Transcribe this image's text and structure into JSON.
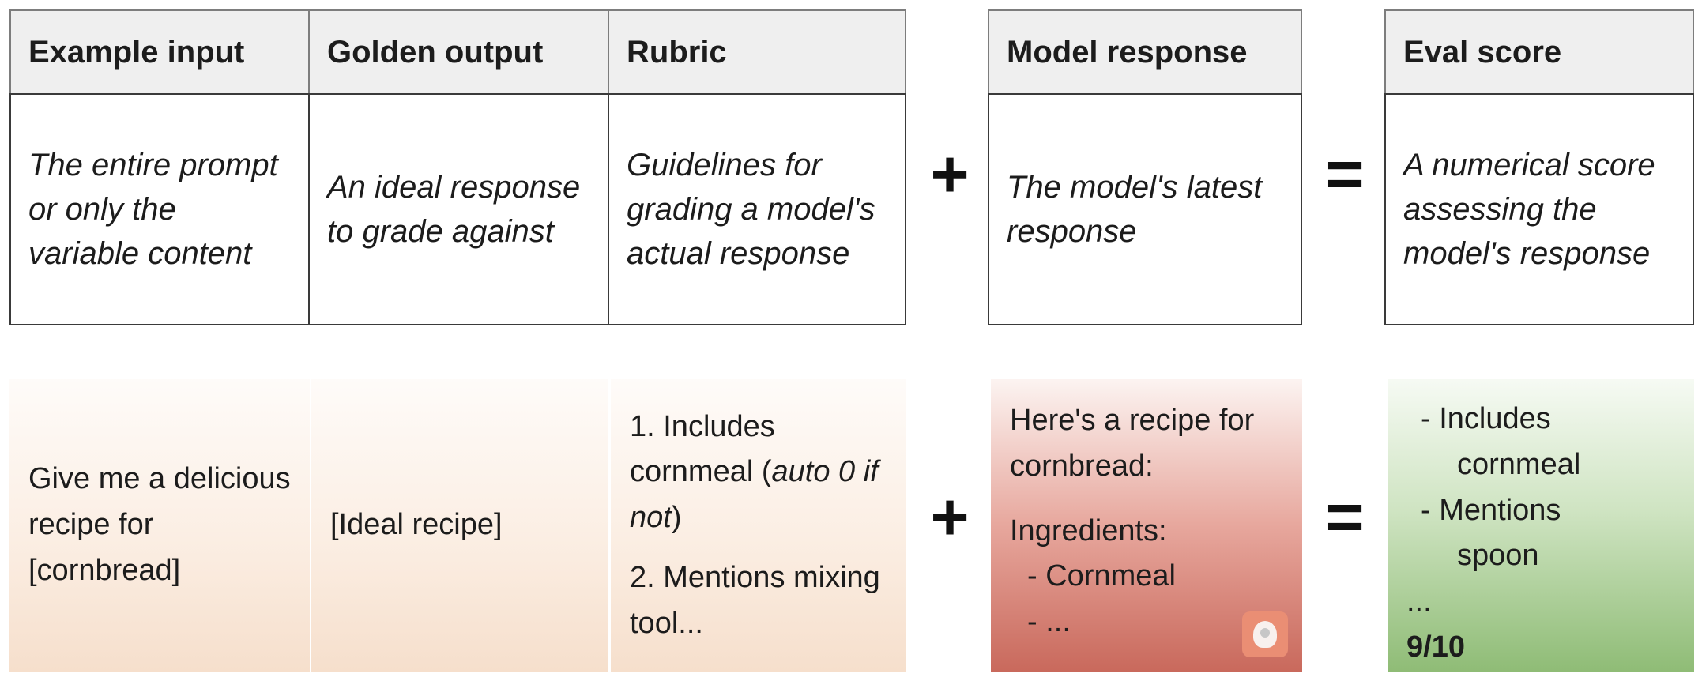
{
  "headers": {
    "example_input": "Example input",
    "golden_output": "Golden output",
    "rubric": "Rubric",
    "model_response": "Model response",
    "eval_score": "Eval score"
  },
  "descriptions": {
    "example_input": "The entire prompt or only the variable content",
    "golden_output": "An ideal response to grade against",
    "rubric": "Guidelines for grading a model's actual response",
    "model_response": "The model's latest response",
    "eval_score": "A numerical score assessing the model's response"
  },
  "operators": {
    "plus": "+",
    "equals": "="
  },
  "example": {
    "input": "Give me a delicious recipe for [cornbread]",
    "golden_output": "[Ideal recipe]",
    "rubric": {
      "item1_text": "1. Includes cornmeal (",
      "item1_note": "auto 0 if not",
      "item1_close": ")",
      "item2": "2. Mentions mixing tool..."
    },
    "model_response": {
      "intro": "Here's a recipe for cornbread:",
      "ingredients_label": "Ingredients:",
      "ingredients": [
        "-  Cornmeal",
        "-  ..."
      ]
    },
    "eval_score": {
      "line1": "-  Includes",
      "line1b": "cornmeal",
      "line2": "-  Mentions",
      "line2b": "spoon",
      "ellipsis": "...",
      "score": "9/10"
    }
  },
  "icons": {
    "model_icon": "brain-icon"
  },
  "colors": {
    "header_bg": "#efefef",
    "response_red": "#c9695c",
    "score_green": "#8fbc76",
    "input_peach": "#f6dfcc"
  }
}
